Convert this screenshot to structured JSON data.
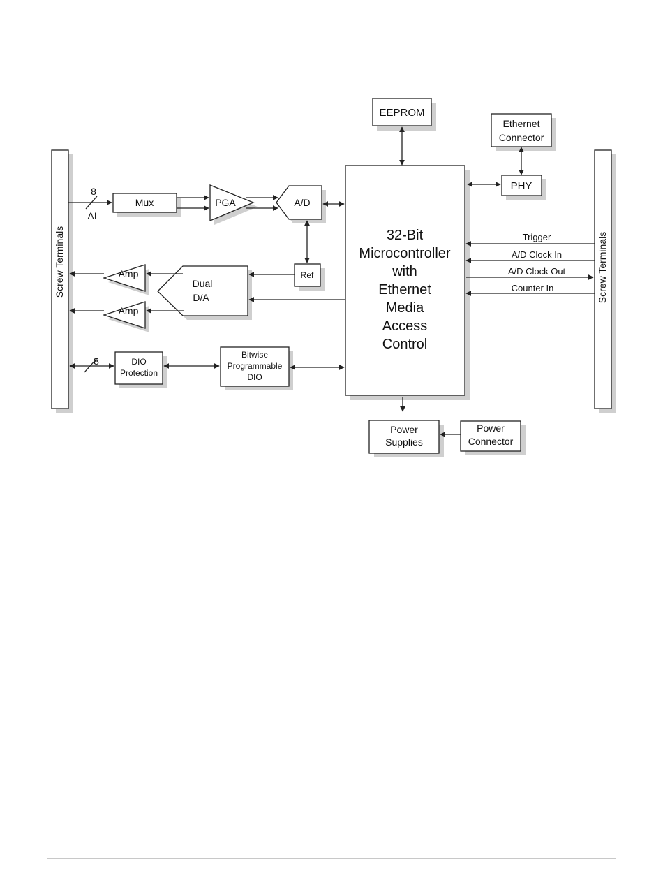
{
  "labels": {
    "screw_terminals_left": "Screw Terminals",
    "screw_terminals_right": "Screw Terminals",
    "eeprom": "EEPROM",
    "ethernet_connector": [
      "Ethernet",
      "Connector"
    ],
    "phy": "PHY",
    "mux": "Mux",
    "pga": "PGA",
    "ad": "A/D",
    "ref": "Ref",
    "amp_upper": "Amp",
    "amp_lower": "Amp",
    "dual_da": [
      "Dual",
      "D/A"
    ],
    "dio_protection": [
      "DIO",
      "Protection"
    ],
    "bitwise_dio": [
      "Bitwise",
      "Programmable",
      "DIO"
    ],
    "microcontroller": [
      "32-Bit",
      "Microcontroller",
      "with",
      "Ethernet",
      "Media",
      "Access",
      "Control"
    ],
    "power_supplies": [
      "Power",
      "Supplies"
    ],
    "power_connector": [
      "Power",
      "Connector"
    ],
    "ai_count": "8",
    "ai_label": "AI",
    "dio_count": "8"
  },
  "signals": {
    "trigger": "Trigger",
    "ad_clock_in": "A/D Clock In",
    "ad_clock_out": "A/D Clock Out",
    "counter_in": "Counter In"
  }
}
